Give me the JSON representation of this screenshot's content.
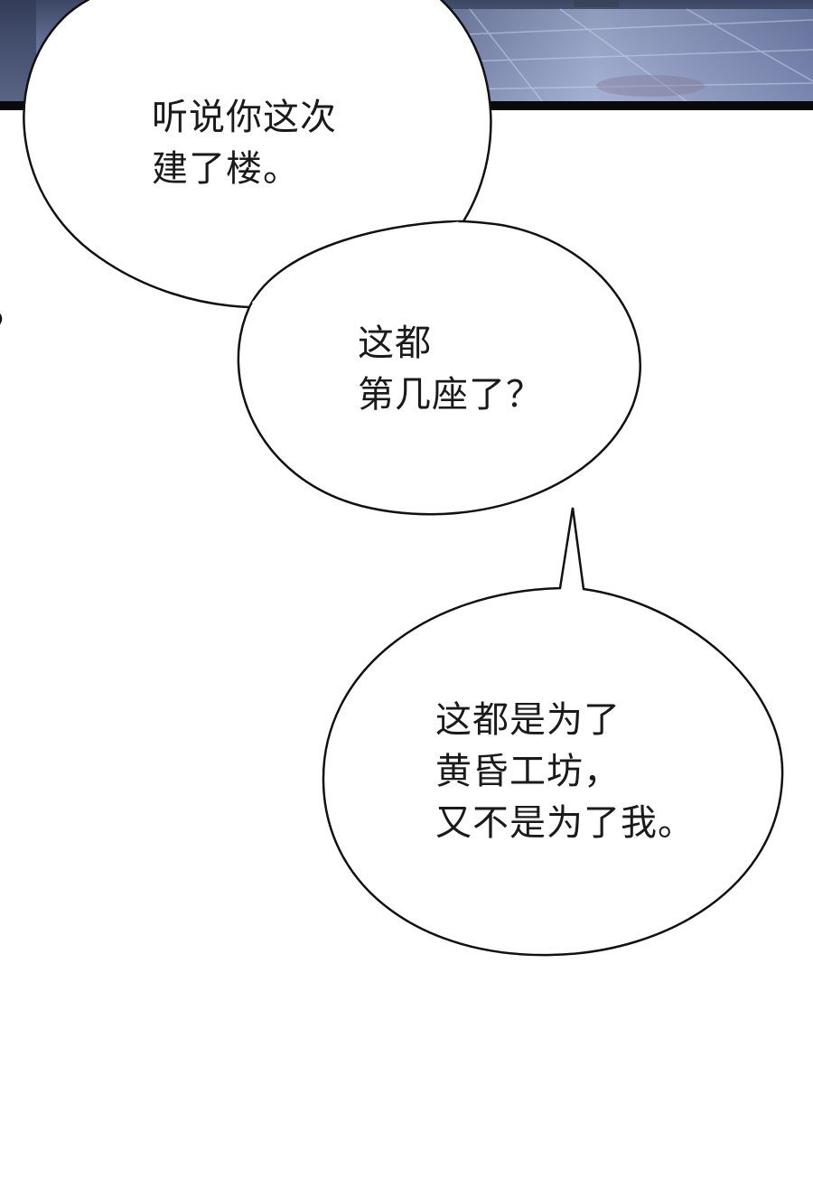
{
  "comic": {
    "panel": {
      "description_icon": "night-floor-scene",
      "colors": {
        "sky_top": "#3c4664",
        "sky_bottom": "#8e9cc4",
        "border": "#0a0a0a"
      }
    },
    "bubbles": [
      {
        "id": "bubble-1",
        "lines": [
          "听说你这次",
          "建了楼。"
        ]
      },
      {
        "id": "bubble-2",
        "lines": [
          "这都",
          "第几座了？"
        ]
      },
      {
        "id": "bubble-3",
        "lines": [
          "这都是为了",
          "黄昏工坊，",
          "又不是为了我。"
        ]
      }
    ],
    "colors": {
      "bubble_fill": "#ffffff",
      "bubble_stroke": "#111111",
      "text": "#1a1a1a"
    }
  }
}
